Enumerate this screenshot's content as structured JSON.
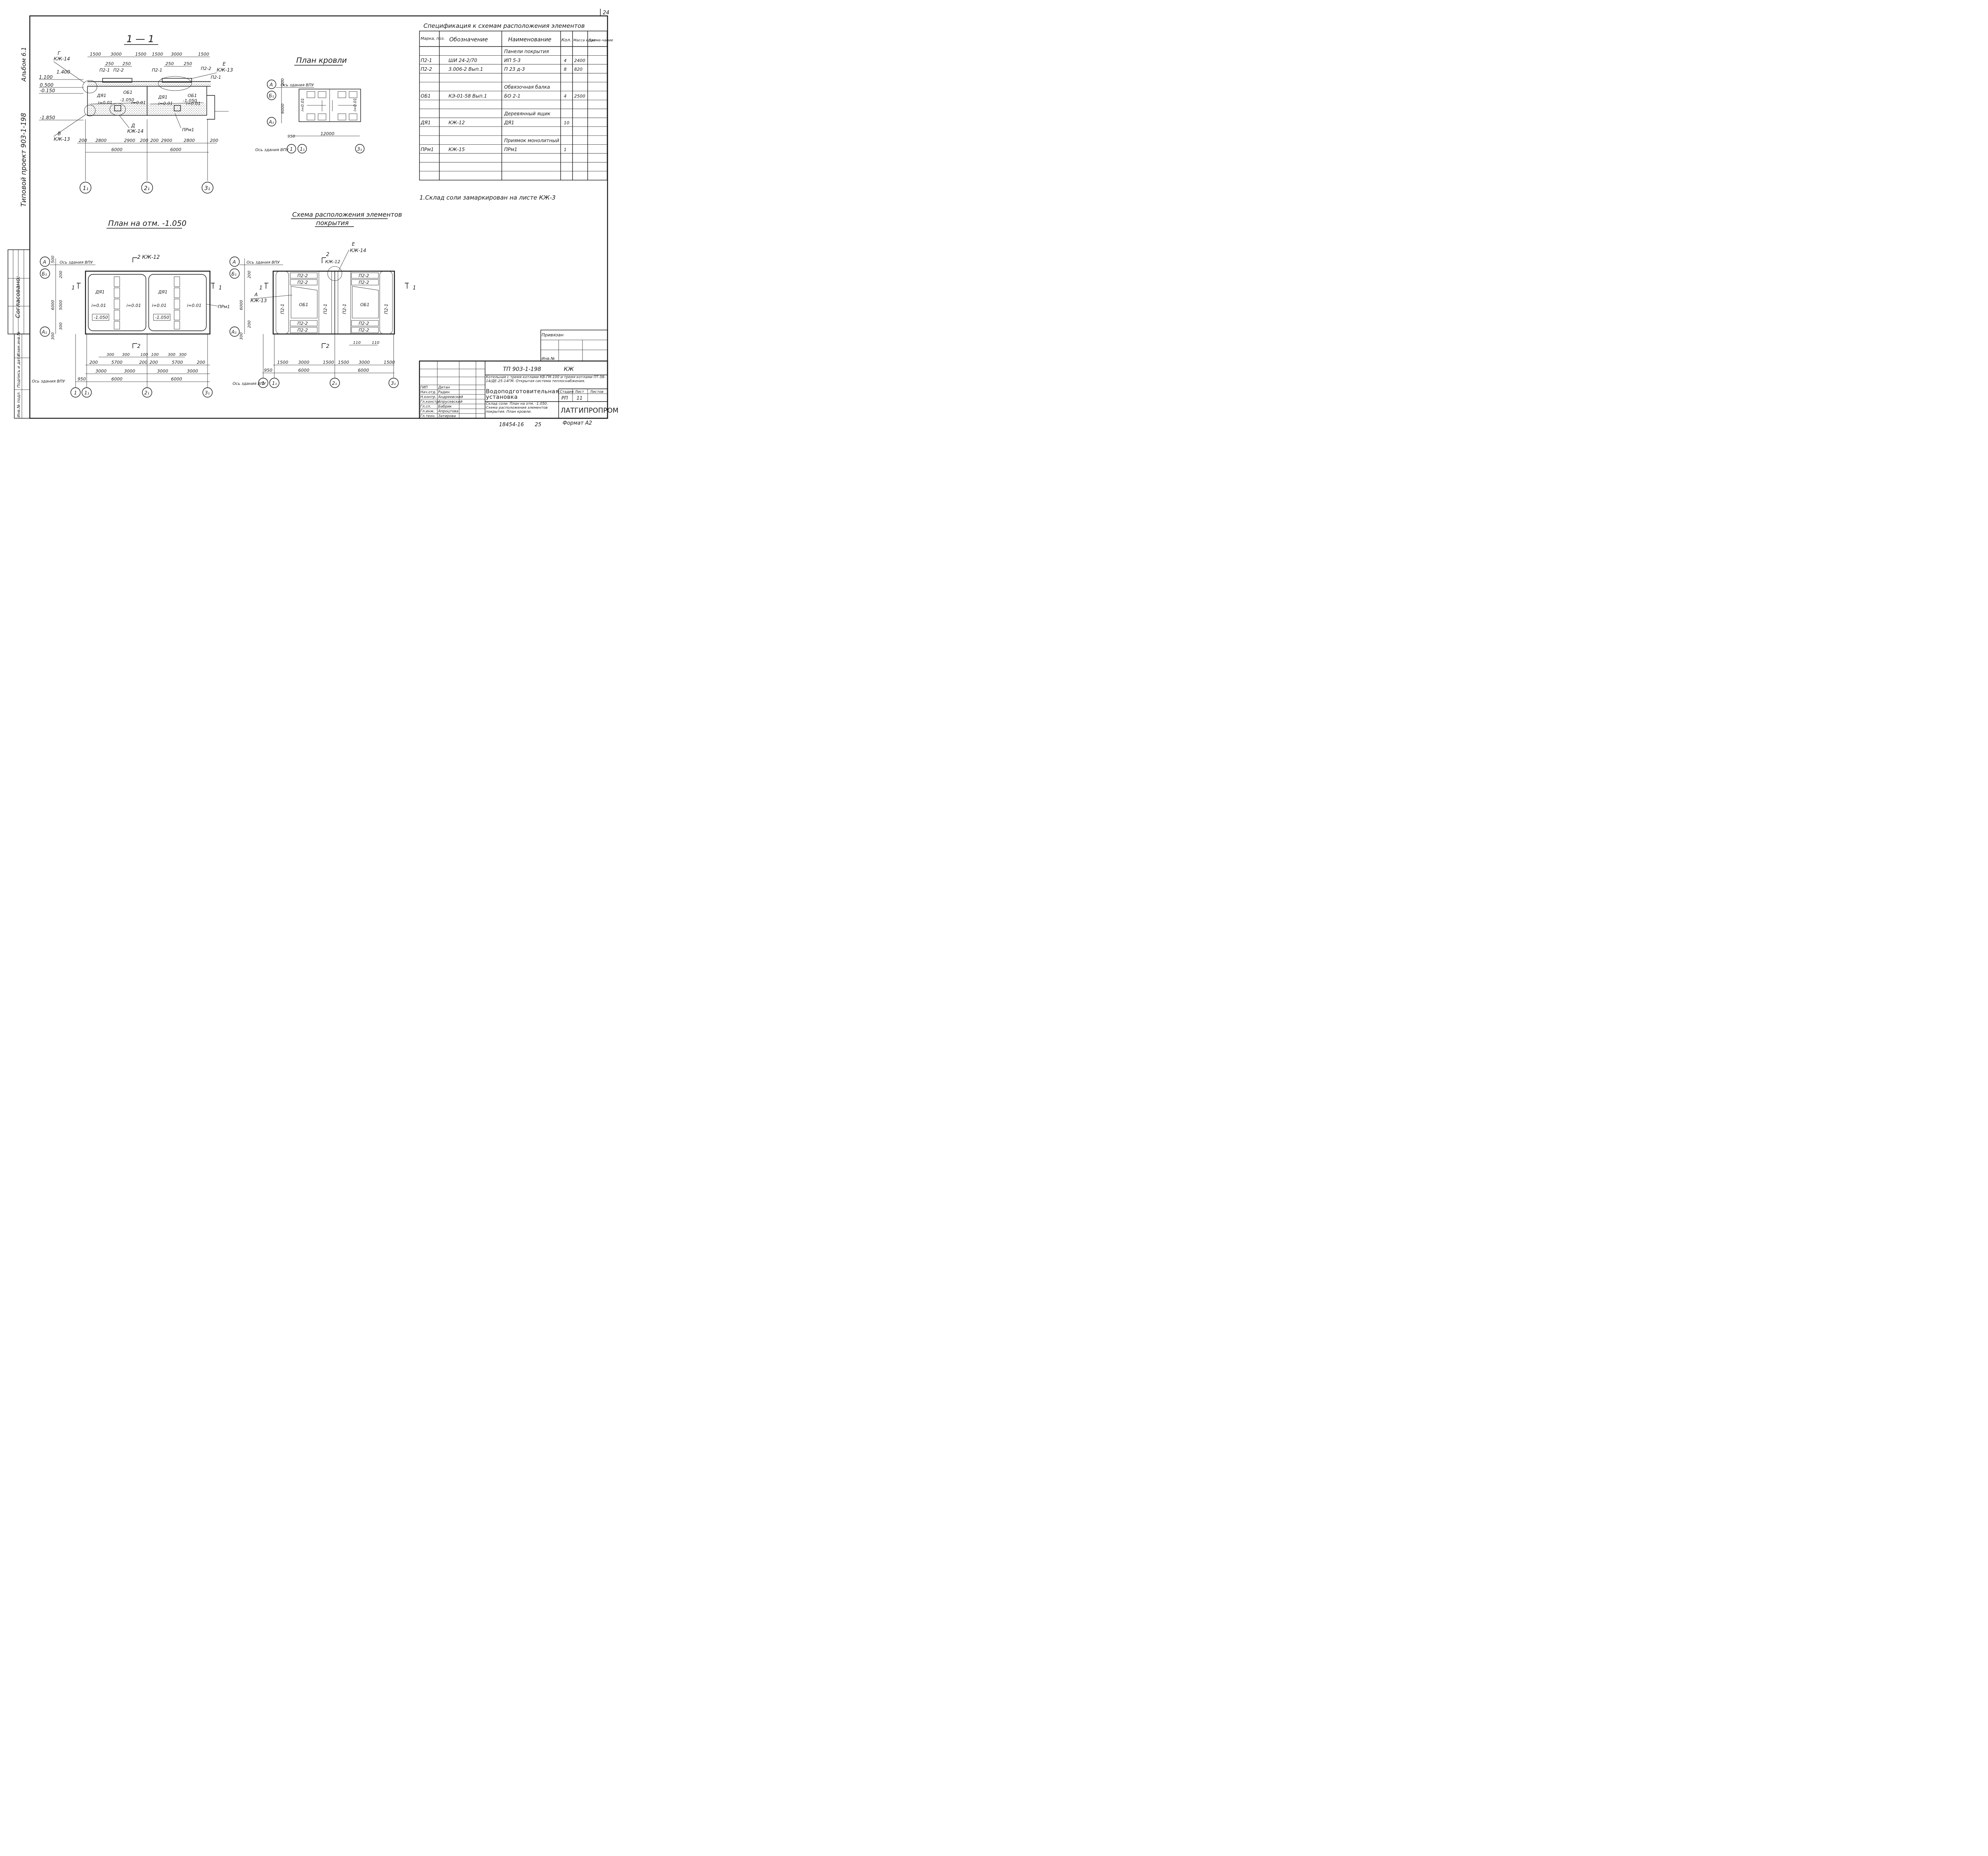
{
  "sheet": {
    "page_number": "24",
    "format": "Формат А2",
    "inv_stamp": "18454-16",
    "inv_stamp_2": "25",
    "left_margin_title": "Типовой проект 903-1-198",
    "left_margin_album": "Альбом 6.1",
    "agreed_label": "Согласовано:",
    "left_stamp_labels": [
      "Инв.№ подл.",
      "Подпись и дата",
      "Взам.инв.№"
    ]
  },
  "section_1_1": {
    "title": "1 — 1",
    "callouts": [
      "Г",
      "КЖ-14",
      "В",
      "КЖ-13",
      "Д",
      "КЖ-14",
      "Е",
      "КЖ-13"
    ],
    "top_dims": [
      "1500",
      "3000",
      "1500",
      "1500",
      "3000",
      "1500"
    ],
    "sub_dims": [
      "250",
      "250",
      "250",
      "250"
    ],
    "levels": [
      "1.100",
      "1.400",
      "0.500",
      "-0.150",
      "-1.850"
    ],
    "labels": [
      "П2-1",
      "П2-2",
      "П2-1",
      "П2-2",
      "П2-1",
      "ОБ1",
      "ОБ1",
      "ДЯ1",
      "ДЯ1",
      "-1.050",
      "-1.050",
      "i=0.01",
      "i=0.01",
      "i=0.01",
      "i=0.01",
      "ПРм1"
    ],
    "bottom_dims": [
      "200",
      "2800",
      "2900",
      "200",
      "200",
      "2900",
      "2800",
      "200"
    ],
    "axis_dims": [
      "6000",
      "6000"
    ],
    "axes": [
      "1₁",
      "2₁",
      "3₁"
    ]
  },
  "roof_plan": {
    "title": "План кровли",
    "axes_left": [
      "А",
      "Б₁",
      "А₁"
    ],
    "axis_note": "Ось здания ВПУ",
    "dims": [
      "200",
      "6000",
      "950",
      "12000"
    ],
    "slopes": [
      "i=0.01",
      "i=0.01"
    ],
    "axes_bottom": [
      "1",
      "1₁",
      "3₁"
    ],
    "axis_note_bottom": "Ось здания ВПУ"
  },
  "spec": {
    "title": "Спецификация к схемам расположения элементов",
    "headers": [
      "Марка, поз.",
      "Обозначение",
      "Наименование",
      "Кол.",
      "Масса ед.кг",
      "Приме-чание"
    ],
    "rows": [
      [
        "",
        "",
        "Панели покрытия",
        "",
        "",
        ""
      ],
      [
        "П2-1",
        "ШИ 24-2/70",
        "ИП 5-3",
        "4",
        "2400",
        ""
      ],
      [
        "П2-2",
        "3.006-2 Вып.1",
        "П 23 д-3",
        "8",
        "820",
        ""
      ],
      [
        "",
        "",
        "",
        "",
        "",
        ""
      ],
      [
        "",
        "",
        "Обвязочная балка",
        "",
        "",
        ""
      ],
      [
        "ОБ1",
        "КЭ-01-58 Вып.1",
        "БО 2-1",
        "4",
        "2500",
        ""
      ],
      [
        "",
        "",
        "",
        "",
        "",
        ""
      ],
      [
        "",
        "",
        "Деревянный ящик",
        "",
        "",
        ""
      ],
      [
        "ДЯ1",
        "КЖ-12",
        "ДЯ1",
        "10",
        "",
        ""
      ],
      [
        "",
        "",
        "",
        "",
        "",
        ""
      ],
      [
        "",
        "",
        "Приямок монолитный",
        "",
        "",
        ""
      ],
      [
        "ПРм1",
        "КЖ-15",
        "ПРм1",
        "1",
        "",
        ""
      ],
      [
        "",
        "",
        "",
        "",
        "",
        ""
      ],
      [
        "",
        "",
        "",
        "",
        "",
        ""
      ],
      [
        "",
        "",
        "",
        "",
        "",
        ""
      ]
    ],
    "note": "1.Склад соли замаркирован на листе КЖ-3"
  },
  "plan_level": {
    "title": "План на отм. -1.050",
    "axes_left": [
      "А",
      "Б₁",
      "А₁"
    ],
    "axis_note": "Ось здания ВПУ",
    "section_mark": "2 КЖ-12",
    "cut_marks": [
      "1",
      "1",
      "2"
    ],
    "labels": [
      "ДЯ1",
      "ДЯ1",
      "i=0.01",
      "i=0.01",
      "i=0.01",
      "i=0.01",
      "-1.050",
      "-1.050",
      "ПРм1"
    ],
    "left_dims": [
      "500",
      "200",
      "6000",
      "5000",
      "300",
      "300"
    ],
    "bottom_dims_1": [
      "300",
      "300",
      "100",
      "100",
      "300",
      "300"
    ],
    "bottom_dims_2": [
      "200",
      "5700",
      "200",
      "200",
      "5700",
      "200"
    ],
    "bottom_dims_3": [
      "3000",
      "3000",
      "3000",
      "3000"
    ],
    "bottom_dims_4": [
      "950",
      "6000",
      "6000"
    ],
    "axes_bottom": [
      "1",
      "1₁",
      "2₁",
      "3₁"
    ],
    "axis_note_bottom": "Ось здания ВПУ"
  },
  "elements_scheme": {
    "title": "Схема расположения элементов",
    "title2": "покрытия",
    "axes_left": [
      "А",
      "Б₁",
      "А₁"
    ],
    "axis_note": "Ось здания ВПУ",
    "callouts": [
      "Е",
      "КЖ-14",
      "2",
      "КЖ-12",
      "А",
      "КЖ-13"
    ],
    "cut_marks": [
      "1",
      "1",
      "2"
    ],
    "panels": [
      "П2-2",
      "П2-2",
      "П2-2",
      "П2-2",
      "П2-1",
      "ОБ1",
      "П2-1",
      "П2-1",
      "ОБ1",
      "П2-1",
      "П2-2",
      "П2-2",
      "П2-2",
      "П2-2"
    ],
    "left_dims": [
      "200",
      "6000",
      "200",
      "300"
    ],
    "small_dims": [
      "110",
      "110"
    ],
    "bottom_dims": [
      "1500",
      "3000",
      "1500",
      "1500",
      "3000",
      "1500"
    ],
    "bottom_dims_2": [
      "950",
      "6000",
      "6000"
    ],
    "axes_bottom": [
      "1",
      "1₁",
      "2₁",
      "3₁"
    ],
    "axis_note_bottom": "Ось здания ВПУ"
  },
  "title_block": {
    "tied": "Привязан",
    "inv_no": "Инв.№",
    "project": "ТП 903-1-198",
    "mark": "КЖ",
    "description": "Котельная с тремя котлами КВ-ГМ-100 и тремя котлами ПТ-58-14/ДЕ-25-14ГМ. Открытая система теплоснабжения.",
    "object": "Водоподготовительная установка",
    "stage_label": "Стадия",
    "sheet_label": "Лист",
    "sheets_label": "Листов",
    "stage": "РП",
    "sheet": "11",
    "drawing_name": "Склад соли. План на отм. -1.050. Схема расположения элементов покрытия. План кровли.",
    "company": "ЛАТГИПРОПРОМ",
    "roles": [
      "ГИП",
      "Нач.отд.",
      "Н.контр.",
      "Гл.констр.",
      "Гл.сп.",
      "Гл.инж.",
      "Гл.техн."
    ],
    "names": [
      "Дитан",
      "Радин",
      "Андреевский",
      "Апрусевский",
      "Бабрик",
      "Апроцтова",
      "Затирова"
    ],
    "signs": [
      "",
      "",
      "",
      "",
      "",
      "",
      ""
    ]
  }
}
